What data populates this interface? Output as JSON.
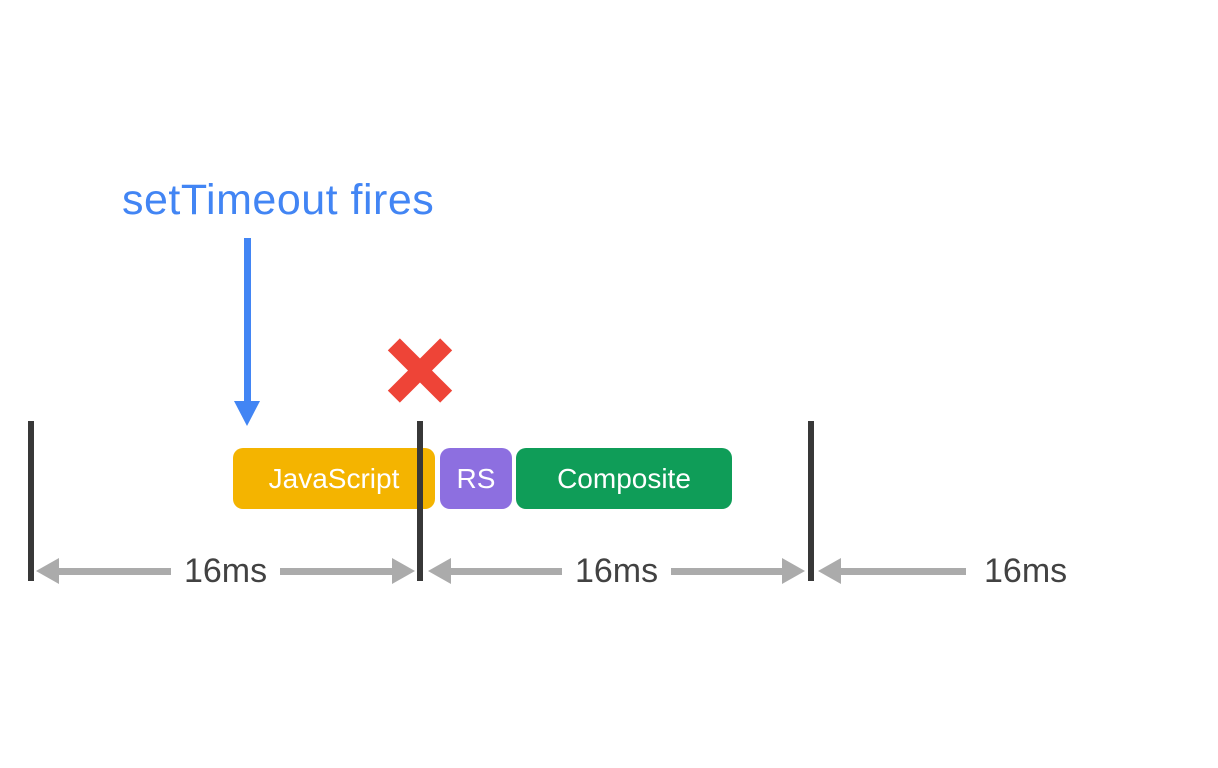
{
  "annotation": {
    "label": "setTimeout fires"
  },
  "tasks": [
    {
      "label": "JavaScript"
    },
    {
      "label": "RS"
    },
    {
      "label": "Composite"
    }
  ],
  "intervals": [
    {
      "label": "16ms"
    },
    {
      "label": "16ms"
    },
    {
      "label": "16ms"
    }
  ],
  "icons": {
    "down_arrow": "blue-arrow-down",
    "blocked": "red-x-mark",
    "frame_boundary": "vertical-bar",
    "interval_arrow": "gray-double-headed-arrow"
  },
  "colors": {
    "annotation_blue": "#4285F4",
    "x_red": "#EE4437",
    "frame_bar_dark": "#383838",
    "arrow_gray": "#ABABAB",
    "interval_text_gray": "#424242",
    "task_javascript": "#F4B400",
    "task_rs": "#8D6FE0",
    "task_composite": "#0F9D58",
    "task_text": "#FFFFFF",
    "background": "#FFFFFF"
  }
}
